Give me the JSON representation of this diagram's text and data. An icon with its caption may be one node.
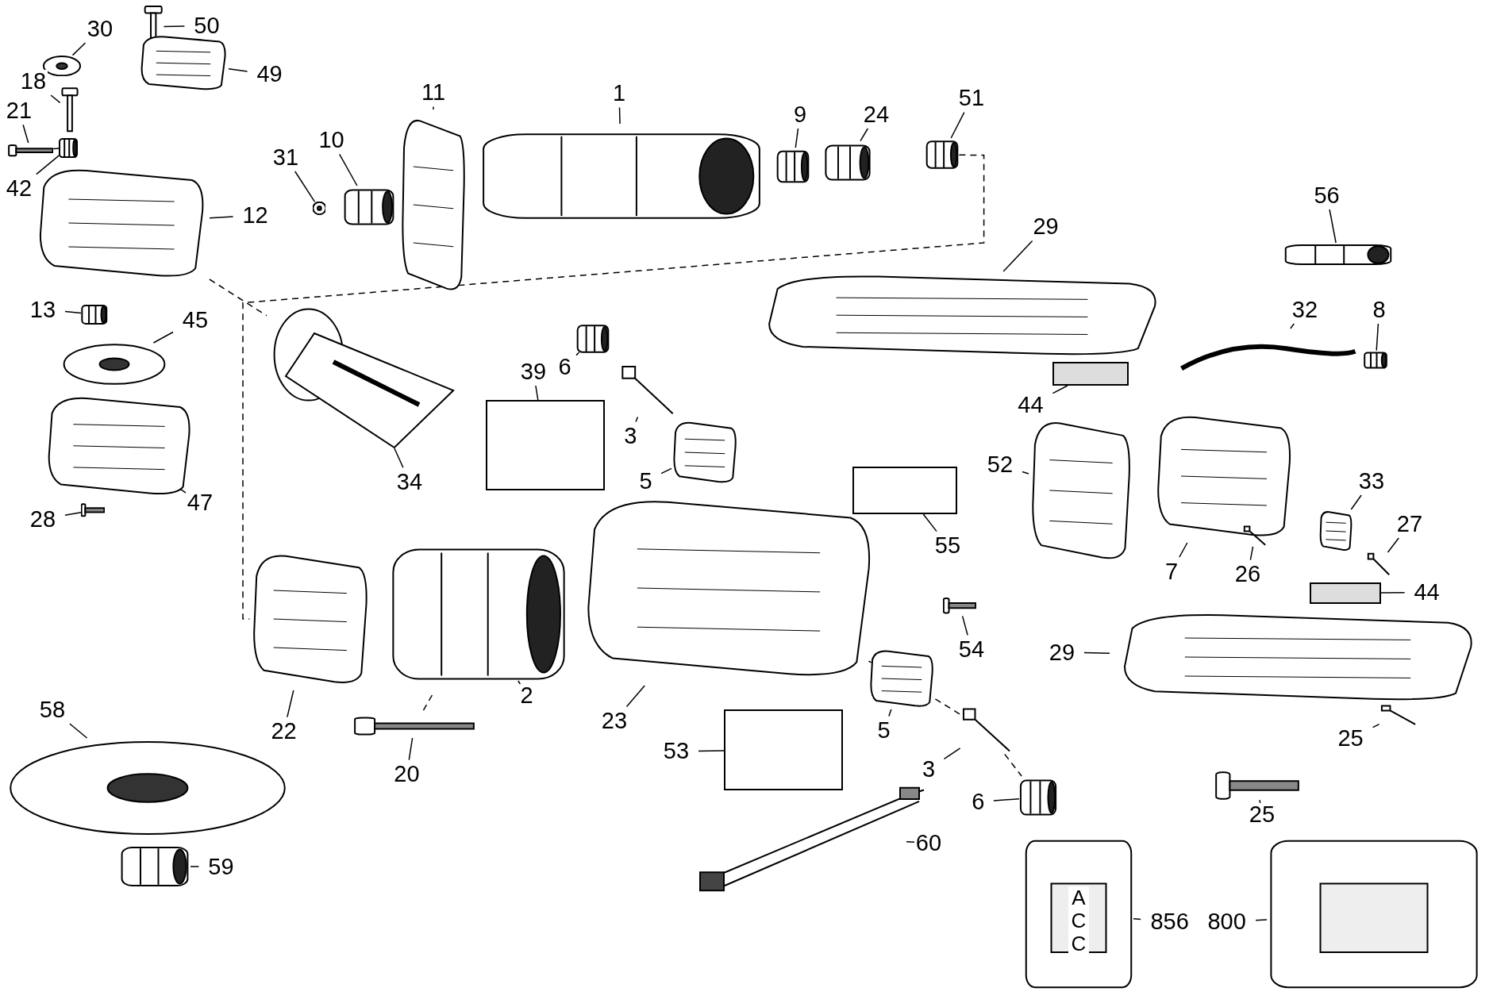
{
  "diagram": {
    "nodes": [
      {
        "text": [
          "30"
        ]
      },
      {
        "text": [],
        "shape": "picture"
      },
      {
        "text": [
          "50"
        ]
      },
      {
        "text": [],
        "shape": "picture"
      },
      {
        "text": [
          "49"
        ]
      },
      {
        "text": [],
        "shape": "picture"
      },
      {
        "text": [
          "18"
        ]
      },
      {
        "text": [],
        "shape": "picture"
      },
      {
        "text": [
          "21"
        ]
      },
      {
        "text": [],
        "shape": "picture"
      },
      {
        "text": [
          "42"
        ]
      },
      {
        "text": [],
        "shape": "picture"
      },
      {
        "text": [
          "12"
        ]
      },
      {
        "text": [],
        "shape": "picture"
      },
      {
        "text": [
          "13"
        ]
      },
      {
        "text": [],
        "shape": "picture"
      },
      {
        "text": [
          "45"
        ]
      },
      {
        "text": [],
        "shape": "picture"
      },
      {
        "text": [
          "47"
        ]
      },
      {
        "text": [],
        "shape": "picture"
      },
      {
        "text": [
          "28"
        ]
      },
      {
        "text": [],
        "shape": "picture"
      },
      {
        "text": [
          "31"
        ]
      },
      {
        "text": [],
        "shape": "picture"
      },
      {
        "text": [
          "10"
        ]
      },
      {
        "text": [],
        "shape": "picture"
      },
      {
        "text": [
          "11"
        ]
      },
      {
        "text": [],
        "shape": "picture"
      },
      {
        "text": [
          "1"
        ]
      },
      {
        "text": [],
        "shape": "picture"
      },
      {
        "text": [
          "9"
        ]
      },
      {
        "text": [],
        "shape": "picture"
      },
      {
        "text": [
          "24"
        ]
      },
      {
        "text": [],
        "shape": "picture"
      },
      {
        "text": [
          "51"
        ]
      },
      {
        "text": [],
        "shape": "picture"
      },
      {
        "text": [
          "56"
        ]
      },
      {
        "text": [],
        "shape": "picture"
      },
      {
        "text": [
          "29"
        ]
      },
      {
        "text": [],
        "shape": "picture"
      },
      {
        "text": [
          "32"
        ]
      },
      {
        "text": [],
        "shape": "picture"
      },
      {
        "text": [
          "8"
        ]
      },
      {
        "text": [],
        "shape": "picture"
      },
      {
        "text": [
          "44"
        ]
      },
      {
        "text": [],
        "shape": "box"
      },
      {
        "text": [
          "34"
        ]
      },
      {
        "text": [],
        "shape": "picture"
      },
      {
        "text": [
          "6"
        ]
      },
      {
        "text": [],
        "shape": "picture"
      },
      {
        "text": [
          "3"
        ]
      },
      {
        "text": [],
        "shape": "picture"
      },
      {
        "text": [
          "39"
        ]
      },
      {
        "text": [],
        "shape": "box"
      },
      {
        "text": [
          "5"
        ]
      },
      {
        "text": [],
        "shape": "picture"
      },
      {
        "text": [
          "52"
        ]
      },
      {
        "text": [],
        "shape": "picture"
      },
      {
        "text": [
          "55"
        ]
      },
      {
        "text": [],
        "shape": "box"
      },
      {
        "text": [
          "7"
        ]
      },
      {
        "text": [],
        "shape": "picture"
      },
      {
        "text": [
          "26"
        ]
      },
      {
        "text": [],
        "shape": "picture"
      },
      {
        "text": [
          "33"
        ]
      },
      {
        "text": [],
        "shape": "picture"
      },
      {
        "text": [
          "27"
        ]
      },
      {
        "text": [],
        "shape": "picture"
      },
      {
        "text": [
          "44"
        ]
      },
      {
        "text": [],
        "shape": "box"
      },
      {
        "text": [
          "22"
        ]
      },
      {
        "text": [],
        "shape": "picture"
      },
      {
        "text": [
          "2"
        ]
      },
      {
        "text": [],
        "shape": "picture"
      },
      {
        "text": [
          "23"
        ]
      },
      {
        "text": [],
        "shape": "picture"
      },
      {
        "text": [
          "54"
        ]
      },
      {
        "text": [],
        "shape": "picture"
      },
      {
        "text": [
          "29"
        ]
      },
      {
        "text": [],
        "shape": "picture"
      },
      {
        "text": [
          "5"
        ]
      },
      {
        "text": [],
        "shape": "picture"
      },
      {
        "text": [
          "53"
        ]
      },
      {
        "text": [],
        "shape": "box"
      },
      {
        "text": [
          "3"
        ]
      },
      {
        "text": [],
        "shape": "picture"
      },
      {
        "text": [
          "6"
        ]
      },
      {
        "text": [],
        "shape": "picture"
      },
      {
        "text": [
          "25"
        ]
      },
      {
        "text": [],
        "shape": "picture"
      },
      {
        "text": [
          "25"
        ]
      },
      {
        "text": [],
        "shape": "picture"
      },
      {
        "text": [
          "20"
        ]
      },
      {
        "text": [],
        "shape": "picture"
      },
      {
        "text": [
          "58"
        ]
      },
      {
        "text": [],
        "shape": "picture"
      },
      {
        "text": [
          "59"
        ]
      },
      {
        "text": [],
        "shape": "picture"
      },
      {
        "text": [
          "60"
        ]
      },
      {
        "text": [],
        "shape": "picture"
      },
      {
        "text": [
          "856"
        ]
      },
      {
        "text": [],
        "shape": "picture"
      },
      {
        "text": [
          "800"
        ]
      },
      {
        "text": [],
        "shape": "picture"
      }
    ],
    "edges": [
      {
        "from": 0,
        "to": 1,
        "arrow": "none"
      },
      {
        "from": 2,
        "to": 3,
        "arrow": "none"
      },
      {
        "from": 4,
        "to": 5,
        "arrow": "none"
      },
      {
        "from": 6,
        "to": 7,
        "arrow": "none"
      },
      {
        "from": 8,
        "to": 9,
        "arrow": "none"
      },
      {
        "from": 10,
        "to": 11,
        "arrow": "none"
      },
      {
        "from": 12,
        "to": 13,
        "arrow": "none"
      },
      {
        "from": 14,
        "to": 15,
        "arrow": "none"
      },
      {
        "from": 16,
        "to": 17,
        "arrow": "none"
      },
      {
        "from": 18,
        "to": 19,
        "arrow": "none"
      },
      {
        "from": 20,
        "to": 21,
        "arrow": "none"
      },
      {
        "from": 22,
        "to": 23,
        "arrow": "none"
      },
      {
        "from": 24,
        "to": 25,
        "arrow": "none"
      },
      {
        "from": 26,
        "to": 27,
        "arrow": "none"
      },
      {
        "from": 28,
        "to": 29,
        "arrow": "none"
      },
      {
        "from": 30,
        "to": 31,
        "arrow": "none"
      },
      {
        "from": 32,
        "to": 33,
        "arrow": "none"
      },
      {
        "from": 34,
        "to": 35,
        "arrow": "none"
      },
      {
        "from": 36,
        "to": 37,
        "arrow": "none"
      },
      {
        "from": 38,
        "to": 39,
        "arrow": "none"
      },
      {
        "from": 40,
        "to": 41,
        "arrow": "none"
      },
      {
        "from": 42,
        "to": 43,
        "arrow": "none"
      },
      {
        "from": 44,
        "to": 45,
        "arrow": "none"
      },
      {
        "from": 46,
        "to": 47,
        "arrow": "none"
      },
      {
        "from": 48,
        "to": 49,
        "arrow": "none"
      },
      {
        "from": 50,
        "to": 51,
        "arrow": "none"
      },
      {
        "from": 52,
        "to": 53,
        "arrow": "none"
      },
      {
        "from": 54,
        "to": 55,
        "arrow": "none"
      },
      {
        "from": 56,
        "to": 57,
        "arrow": "none"
      },
      {
        "from": 58,
        "to": 59,
        "arrow": "none"
      },
      {
        "from": 60,
        "to": 61,
        "arrow": "none"
      },
      {
        "from": 62,
        "to": 63,
        "arrow": "none"
      },
      {
        "from": 64,
        "to": 65,
        "arrow": "none"
      },
      {
        "from": 66,
        "to": 67,
        "arrow": "none"
      },
      {
        "from": 68,
        "to": 69,
        "arrow": "none"
      },
      {
        "from": 70,
        "to": 71,
        "arrow": "none"
      },
      {
        "from": 72,
        "to": 73,
        "arrow": "none"
      },
      {
        "from": 74,
        "to": 75,
        "arrow": "none"
      },
      {
        "from": 76,
        "to": 77,
        "arrow": "none"
      },
      {
        "from": 78,
        "to": 79,
        "arrow": "none"
      },
      {
        "from": 80,
        "to": 81,
        "arrow": "none"
      },
      {
        "from": 82,
        "to": 83,
        "arrow": "none"
      },
      {
        "from": 84,
        "to": 85,
        "arrow": "none"
      },
      {
        "from": 86,
        "to": 87,
        "arrow": "none"
      },
      {
        "from": 88,
        "to": 89,
        "arrow": "none"
      },
      {
        "from": 90,
        "to": 91,
        "arrow": "none"
      },
      {
        "from": 92,
        "to": 93,
        "arrow": "none"
      },
      {
        "from": 94,
        "to": 95,
        "arrow": "none"
      },
      {
        "from": 96,
        "to": 97,
        "arrow": "none"
      },
      {
        "from": 98,
        "to": 99,
        "arrow": "none"
      },
      {
        "from": 100,
        "to": 101,
        "arrow": "none"
      },
      {
        "from": 102,
        "to": 103,
        "arrow": "none"
      },
      {
        "from": 9,
        "to": 11,
        "arrow": "none",
        "style": "dashed"
      },
      {
        "from": 13,
        "to": 47,
        "arrow": "none",
        "style": "dashed"
      },
      {
        "from": 35,
        "to": 71,
        "arrow": "none",
        "style": "dashed"
      },
      {
        "from": 73,
        "to": 93,
        "arrow": "none",
        "style": "dashed"
      },
      {
        "from": 75,
        "to": 81,
        "arrow": "none",
        "style": "dashed"
      },
      {
        "from": 81,
        "to": 85,
        "arrow": "none",
        "style": "dashed"
      },
      {
        "from": 85,
        "to": 87,
        "arrow": "none",
        "style": "dashed"
      }
    ],
    "labels": [
      "ACC"
    ]
  }
}
